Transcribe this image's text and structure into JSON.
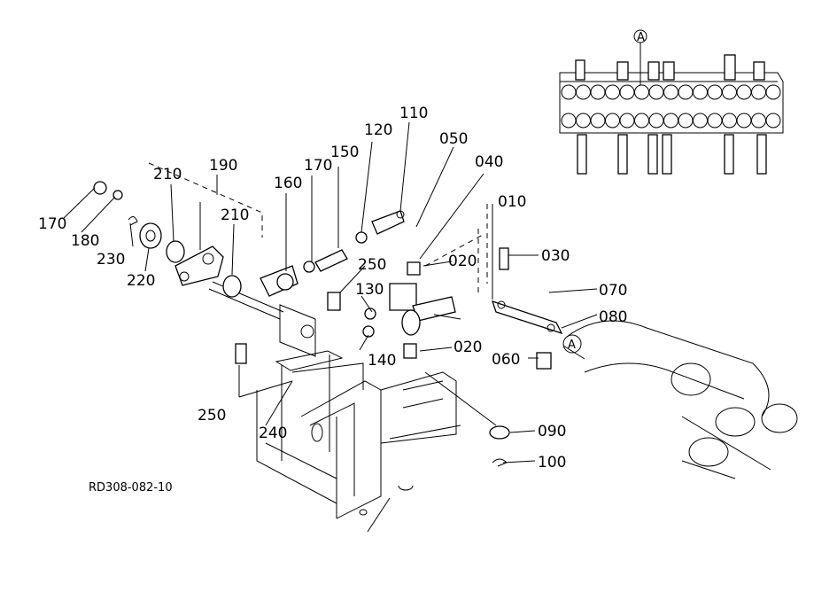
{
  "drawing_code": "RD308-082-10",
  "detail_marker": "A",
  "parts": {
    "p170a": "170",
    "p180": "180",
    "p230": "230",
    "p220": "220",
    "p210a": "210",
    "p190": "190",
    "p210b": "210",
    "p160": "160",
    "p170b": "170",
    "p150": "150",
    "p120": "120",
    "p110": "110",
    "p050": "050",
    "p040": "040",
    "p010": "010",
    "p030": "030",
    "p250a": "250",
    "p130": "130",
    "p020a": "020",
    "p070": "070",
    "p080": "080",
    "p020b": "020",
    "p060": "060",
    "p140": "140",
    "p250b": "250",
    "p240": "240",
    "p090": "090",
    "p100": "100"
  }
}
